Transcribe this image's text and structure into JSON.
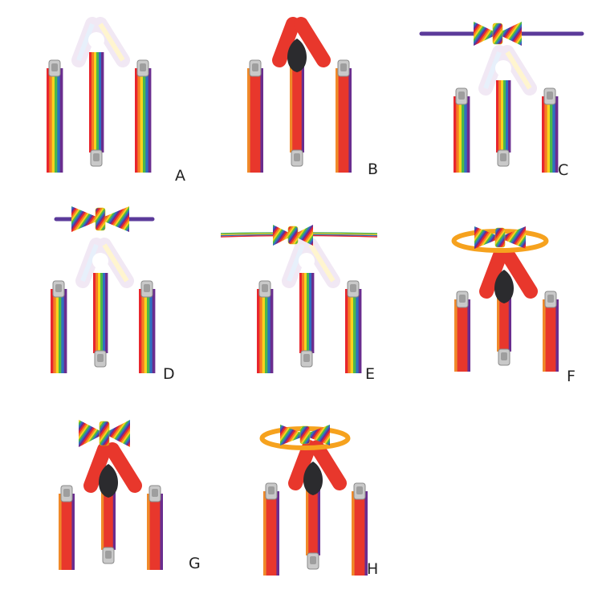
{
  "colors": {
    "rainbow": [
      "#e8262d",
      "#f47c24",
      "#f6d31e",
      "#4bb84a",
      "#2f6fc1",
      "#6a2d8f"
    ],
    "pastel": [
      "#ffd5d5",
      "#ffe7c7",
      "#fffbd0",
      "#dcf5dc",
      "#d7e7fb",
      "#e7dcf5"
    ],
    "red": "#e8372c",
    "leather": "#2b2b2e",
    "clip": "#c9c9c9",
    "string": [
      "#3aa84a",
      "#f6d31e",
      "#2f6fc1",
      "#e8262d"
    ]
  },
  "variants": [
    {
      "label": "A",
      "strap": "rainbow",
      "back": "pastel",
      "bow": "none"
    },
    {
      "label": "B",
      "strap": "red",
      "back": "leather",
      "bow": "none"
    },
    {
      "label": "C",
      "strap": "rainbow",
      "back": "pastel",
      "bow": "pretied"
    },
    {
      "label": "D",
      "strap": "rainbow",
      "back": "pastel",
      "bow": "self-tie"
    },
    {
      "label": "E",
      "strap": "rainbow",
      "back": "pastel",
      "bow": "string"
    },
    {
      "label": "F",
      "strap": "red",
      "back": "leather",
      "bow": "pretied"
    },
    {
      "label": "G",
      "strap": "red",
      "back": "leather",
      "bow": "pretied"
    },
    {
      "label": "H",
      "strap": "red",
      "back": "leather",
      "bow": "pretied"
    }
  ]
}
